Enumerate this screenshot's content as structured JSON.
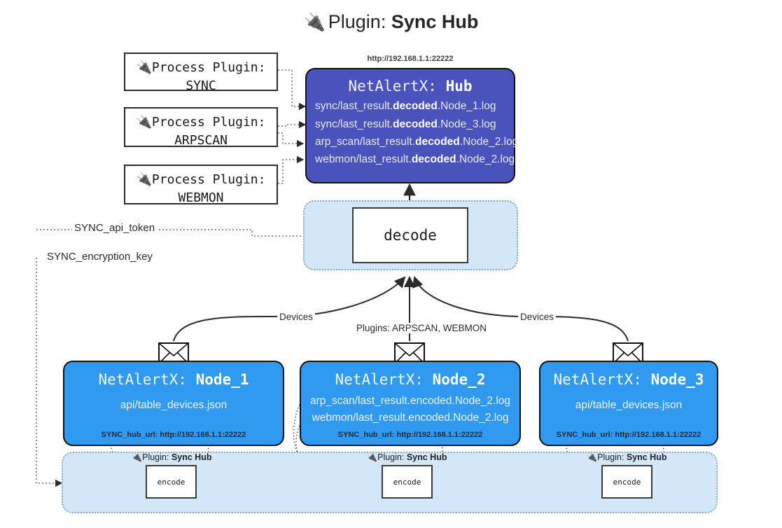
{
  "page": {
    "title_icon": "plug-icon",
    "title_prefix": "Plugin: ",
    "title_name": "Sync Hub",
    "colors": {
      "hub_fill": "#4a52bb",
      "node_fill": "#2f9af0",
      "container_fill": "#d4e7f8",
      "border": "#111111",
      "text_dark": "#1a1a1a"
    }
  },
  "process_plugins": [
    {
      "caption": "Process Plugin:",
      "name": "SYNC"
    },
    {
      "caption": "Process Plugin:",
      "name": "ARPSCAN"
    },
    {
      "caption": "Process Plugin:",
      "name": "WEBMON"
    }
  ],
  "hub": {
    "url_label": "http://192.168.1.1:22222",
    "title_prefix": "NetAlertX: ",
    "title_name": "Hub",
    "lines": [
      {
        "pre": "sync/last_result.",
        "strong": "decoded",
        "post": ".Node_1.log"
      },
      {
        "pre": "sync/last_result.",
        "strong": "decoded",
        "post": ".Node_3.log"
      },
      {
        "pre": "arp_scan/last_result.",
        "strong": "decoded",
        "post": ".Node_2.log"
      },
      {
        "pre": "webmon/last_result.",
        "strong": "decoded",
        "post": ".Node_2.log"
      }
    ]
  },
  "decode": {
    "label": "decode"
  },
  "secrets": [
    {
      "label": "SYNC_api_token"
    },
    {
      "label": "SYNC_encryption_key"
    }
  ],
  "flow_labels": {
    "devices_left": "Devices",
    "devices_right": "Devices",
    "plugins_center": "Plugins: ARPSCAN, WEBMON"
  },
  "nodes": [
    {
      "id": "node1",
      "title_prefix": "NetAlertX: ",
      "title_name": "Node_1",
      "lines": [
        "api/table_devices.json"
      ],
      "url_label": "SYNC_hub_url: http://192.168.1.1:22222",
      "envelope_icon": "envelope-icon"
    },
    {
      "id": "node2",
      "title_prefix": "NetAlertX: ",
      "title_name": "Node_2",
      "lines": [
        "arp_scan/last_result.encoded.Node_2.log",
        "webmon/last_result.encoded.Node_2.log"
      ],
      "url_label": "SYNC_hub_url: http://192.168.1.1:22222",
      "envelope_icon": "envelope-icon"
    },
    {
      "id": "node3",
      "title_prefix": "NetAlertX: ",
      "title_name": "Node_3",
      "lines": [
        "api/table_devices.json"
      ],
      "url_label": "SYNC_hub_url: http://192.168.1.1:22222",
      "envelope_icon": "envelope-icon"
    }
  ],
  "encoders": [
    {
      "caption_icon": "plug-icon",
      "caption_prefix": "Plugin: ",
      "caption_name": "Sync Hub",
      "label": "encode"
    },
    {
      "caption_icon": "plug-icon",
      "caption_prefix": "Plugin: ",
      "caption_name": "Sync Hub",
      "label": "encode"
    },
    {
      "caption_icon": "plug-icon",
      "caption_prefix": "Plugin: ",
      "caption_name": "Sync Hub",
      "label": "encode"
    }
  ]
}
